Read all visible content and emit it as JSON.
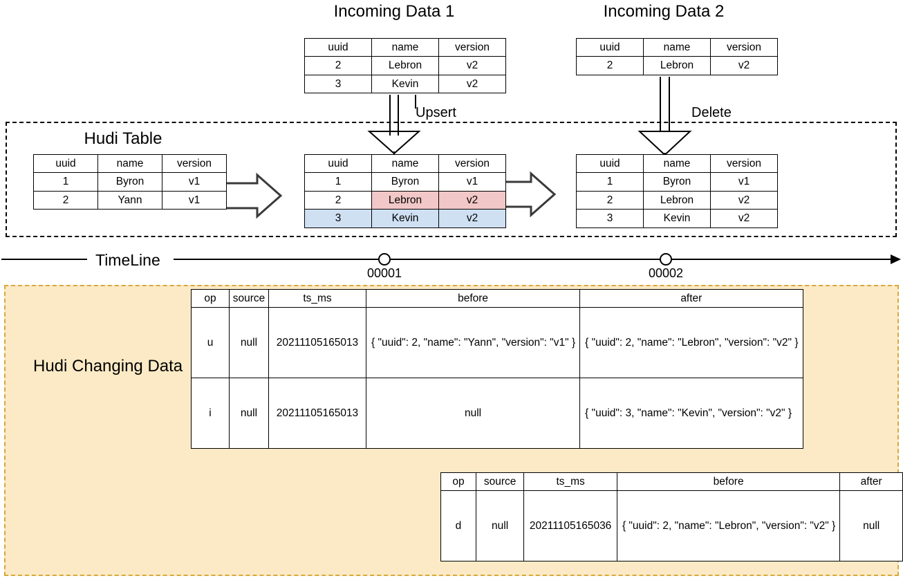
{
  "diagram": {
    "title_incoming_1": "Incoming Data 1",
    "title_incoming_2": "Incoming Data 2",
    "label_hudi_table": "Hudi Table",
    "label_hudi_changing_data": "Hudi Changing Data",
    "label_upsert": "Upsert",
    "label_delete": "Delete",
    "label_timeline": "TimeLine",
    "timeline_ticks": [
      {
        "label": "00001"
      },
      {
        "label": "00002"
      }
    ],
    "colors": {
      "highlight_updated": "#f2c7c7",
      "highlight_inserted": "#cfe0f3",
      "delete_strike": "#ee3333",
      "changing_data_background": "#fbeac5",
      "changing_data_border": "#d9a73c",
      "region_border": "#000000"
    }
  },
  "incoming_data_1": {
    "headers": [
      "uuid",
      "name",
      "version"
    ],
    "rows": [
      [
        "2",
        "Lebron",
        "v2"
      ],
      [
        "3",
        "Kevin",
        "v2"
      ]
    ]
  },
  "incoming_data_2": {
    "headers": [
      "uuid",
      "name",
      "version"
    ],
    "rows": [
      [
        "2",
        "Lebron",
        "v2"
      ]
    ]
  },
  "hudi_table_before": {
    "headers": [
      "uuid",
      "name",
      "version"
    ],
    "rows": [
      [
        "1",
        "Byron",
        "v1"
      ],
      [
        "2",
        "Yann",
        "v1"
      ]
    ]
  },
  "hudi_table_after_upsert": {
    "headers": [
      "uuid",
      "name",
      "version"
    ],
    "rows": [
      [
        "1",
        "Byron",
        "v1"
      ],
      [
        "2",
        "Lebron",
        "v2"
      ],
      [
        "3",
        "Kevin",
        "v2"
      ]
    ]
  },
  "hudi_table_after_delete": {
    "headers": [
      "uuid",
      "name",
      "version"
    ],
    "rows": [
      [
        "1",
        "Byron",
        "v1"
      ],
      [
        "2",
        "Lebron",
        "v2"
      ],
      [
        "3",
        "Kevin",
        "v2"
      ]
    ]
  },
  "changelog_upsert": {
    "headers": [
      "op",
      "source",
      "ts_ms",
      "before",
      "after"
    ],
    "rows": [
      {
        "op": "u",
        "source": "null",
        "ts_ms": "20211105165013",
        "before": "{\n  \"uuid\": 2,\n  \"name\": \"Yann\",\n  \"version\": \"v1\"\n}",
        "after": "{\n  \"uuid\": 2,\n  \"name\": \"Lebron\",\n  \"version\": \"v2\"\n}"
      },
      {
        "op": "i",
        "source": "null",
        "ts_ms": "20211105165013",
        "before": "null",
        "after": "{\n  \"uuid\": 3,\n  \"name\": \"Kevin\",\n  \"version\": \"v2\"\n}"
      }
    ]
  },
  "changelog_delete": {
    "headers": [
      "op",
      "source",
      "ts_ms",
      "before",
      "after"
    ],
    "rows": [
      {
        "op": "d",
        "source": "null",
        "ts_ms": "20211105165036",
        "before": "{\n  \"uuid\": 2,\n  \"name\": \"Lebron\",\n  \"version\": \"v2\"\n}",
        "after": "null"
      }
    ]
  }
}
